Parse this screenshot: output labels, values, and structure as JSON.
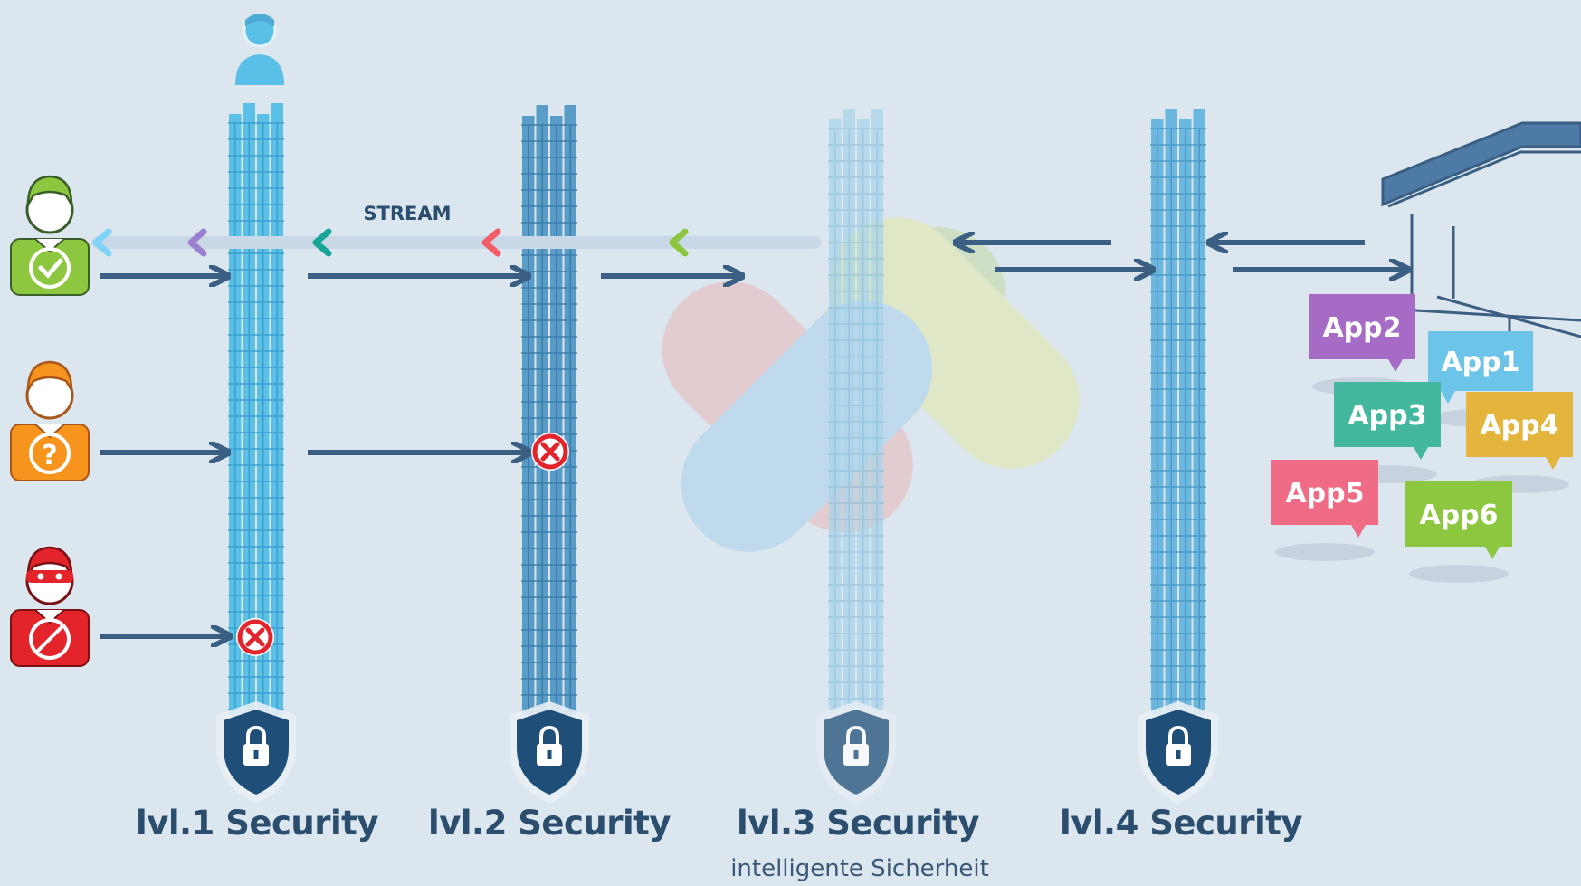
{
  "stream_label": "STREAM",
  "levels": [
    {
      "label": "lvl.1 Security"
    },
    {
      "label": "lvl.2 Security"
    },
    {
      "label": "lvl.3 Security",
      "sub": "intelligente Sicherheit"
    },
    {
      "label": "lvl.4 Security"
    }
  ],
  "apps": [
    "App2",
    "App1",
    "App3",
    "App4",
    "App5",
    "App6"
  ],
  "users": [
    {
      "name": "approved-user",
      "status_icon": "checkmark-icon",
      "color": "#8dc63f"
    },
    {
      "name": "unknown-user",
      "status_icon": "question-icon",
      "color": "#f7941d"
    },
    {
      "name": "malicious-user",
      "status_icon": "prohibited-icon",
      "color": "#e3242b"
    }
  ],
  "colors": {
    "background": "#dce6ef",
    "wall_light": "#5bc0e8",
    "wall_mid": "#5a9cc8",
    "shield": "#1f4e79",
    "arrow": "#3b5f82",
    "block": "#e3242b"
  }
}
